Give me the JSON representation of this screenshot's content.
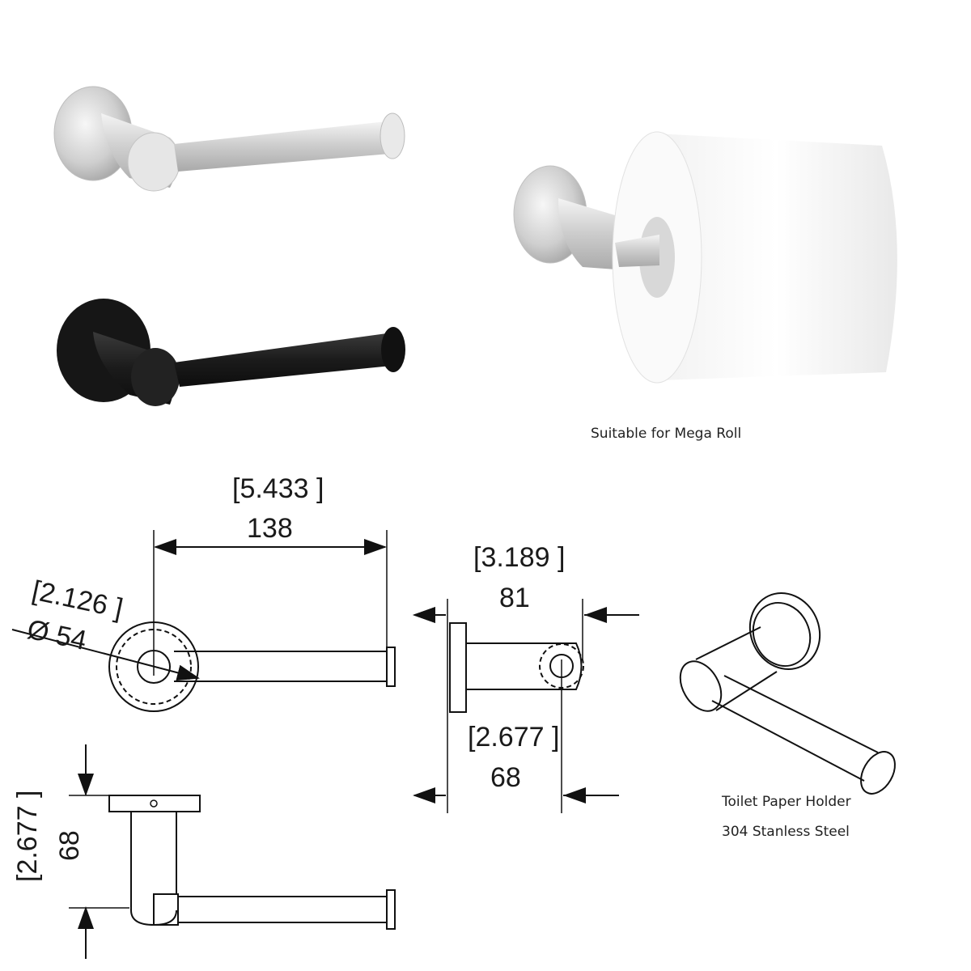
{
  "captions": {
    "roll": "Suitable for Mega Roll",
    "product_name": "Toilet Paper Holder",
    "material": "304 Stanless Steel"
  },
  "dimensions": {
    "length_in": "[5.433 ]",
    "length_mm": "138",
    "diameter_in": "[2.126 ]",
    "diameter_mm": "Ø  54",
    "depth_in": "[3.189 ]",
    "depth_mm": "81",
    "offset_in": "[2.677 ]",
    "offset_mm": "68",
    "height_in": "[2.677 ]",
    "height_mm": "68"
  },
  "colors": {
    "chrome": "#d9d9d9",
    "black_finish": "#1c1c1c",
    "line": "#111111"
  }
}
